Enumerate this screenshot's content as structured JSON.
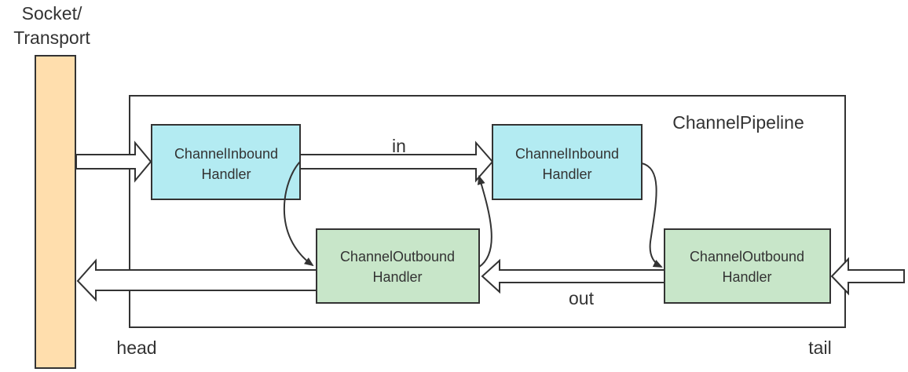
{
  "transport": {
    "label_line1": "Socket/",
    "label_line2": "Transport",
    "fill": "#FFDEAD"
  },
  "pipeline": {
    "label": "ChannelPipeline",
    "head_label": "head",
    "tail_label": "tail"
  },
  "handlers": {
    "inbound_1": {
      "line1": "ChannelInbound",
      "line2": "Handler"
    },
    "inbound_2": {
      "line1": "ChannelInbound",
      "line2": "Handler"
    },
    "outbound_1": {
      "line1": "ChannelOutbound",
      "line2": "Handler"
    },
    "outbound_2": {
      "line1": "ChannelOutbound",
      "line2": "Handler"
    }
  },
  "flows": {
    "in_label": "in",
    "out_label": "out"
  },
  "colors": {
    "inbound_fill": "#B3EBF2",
    "outbound_fill": "#C8E6C9",
    "stroke": "#333333"
  }
}
